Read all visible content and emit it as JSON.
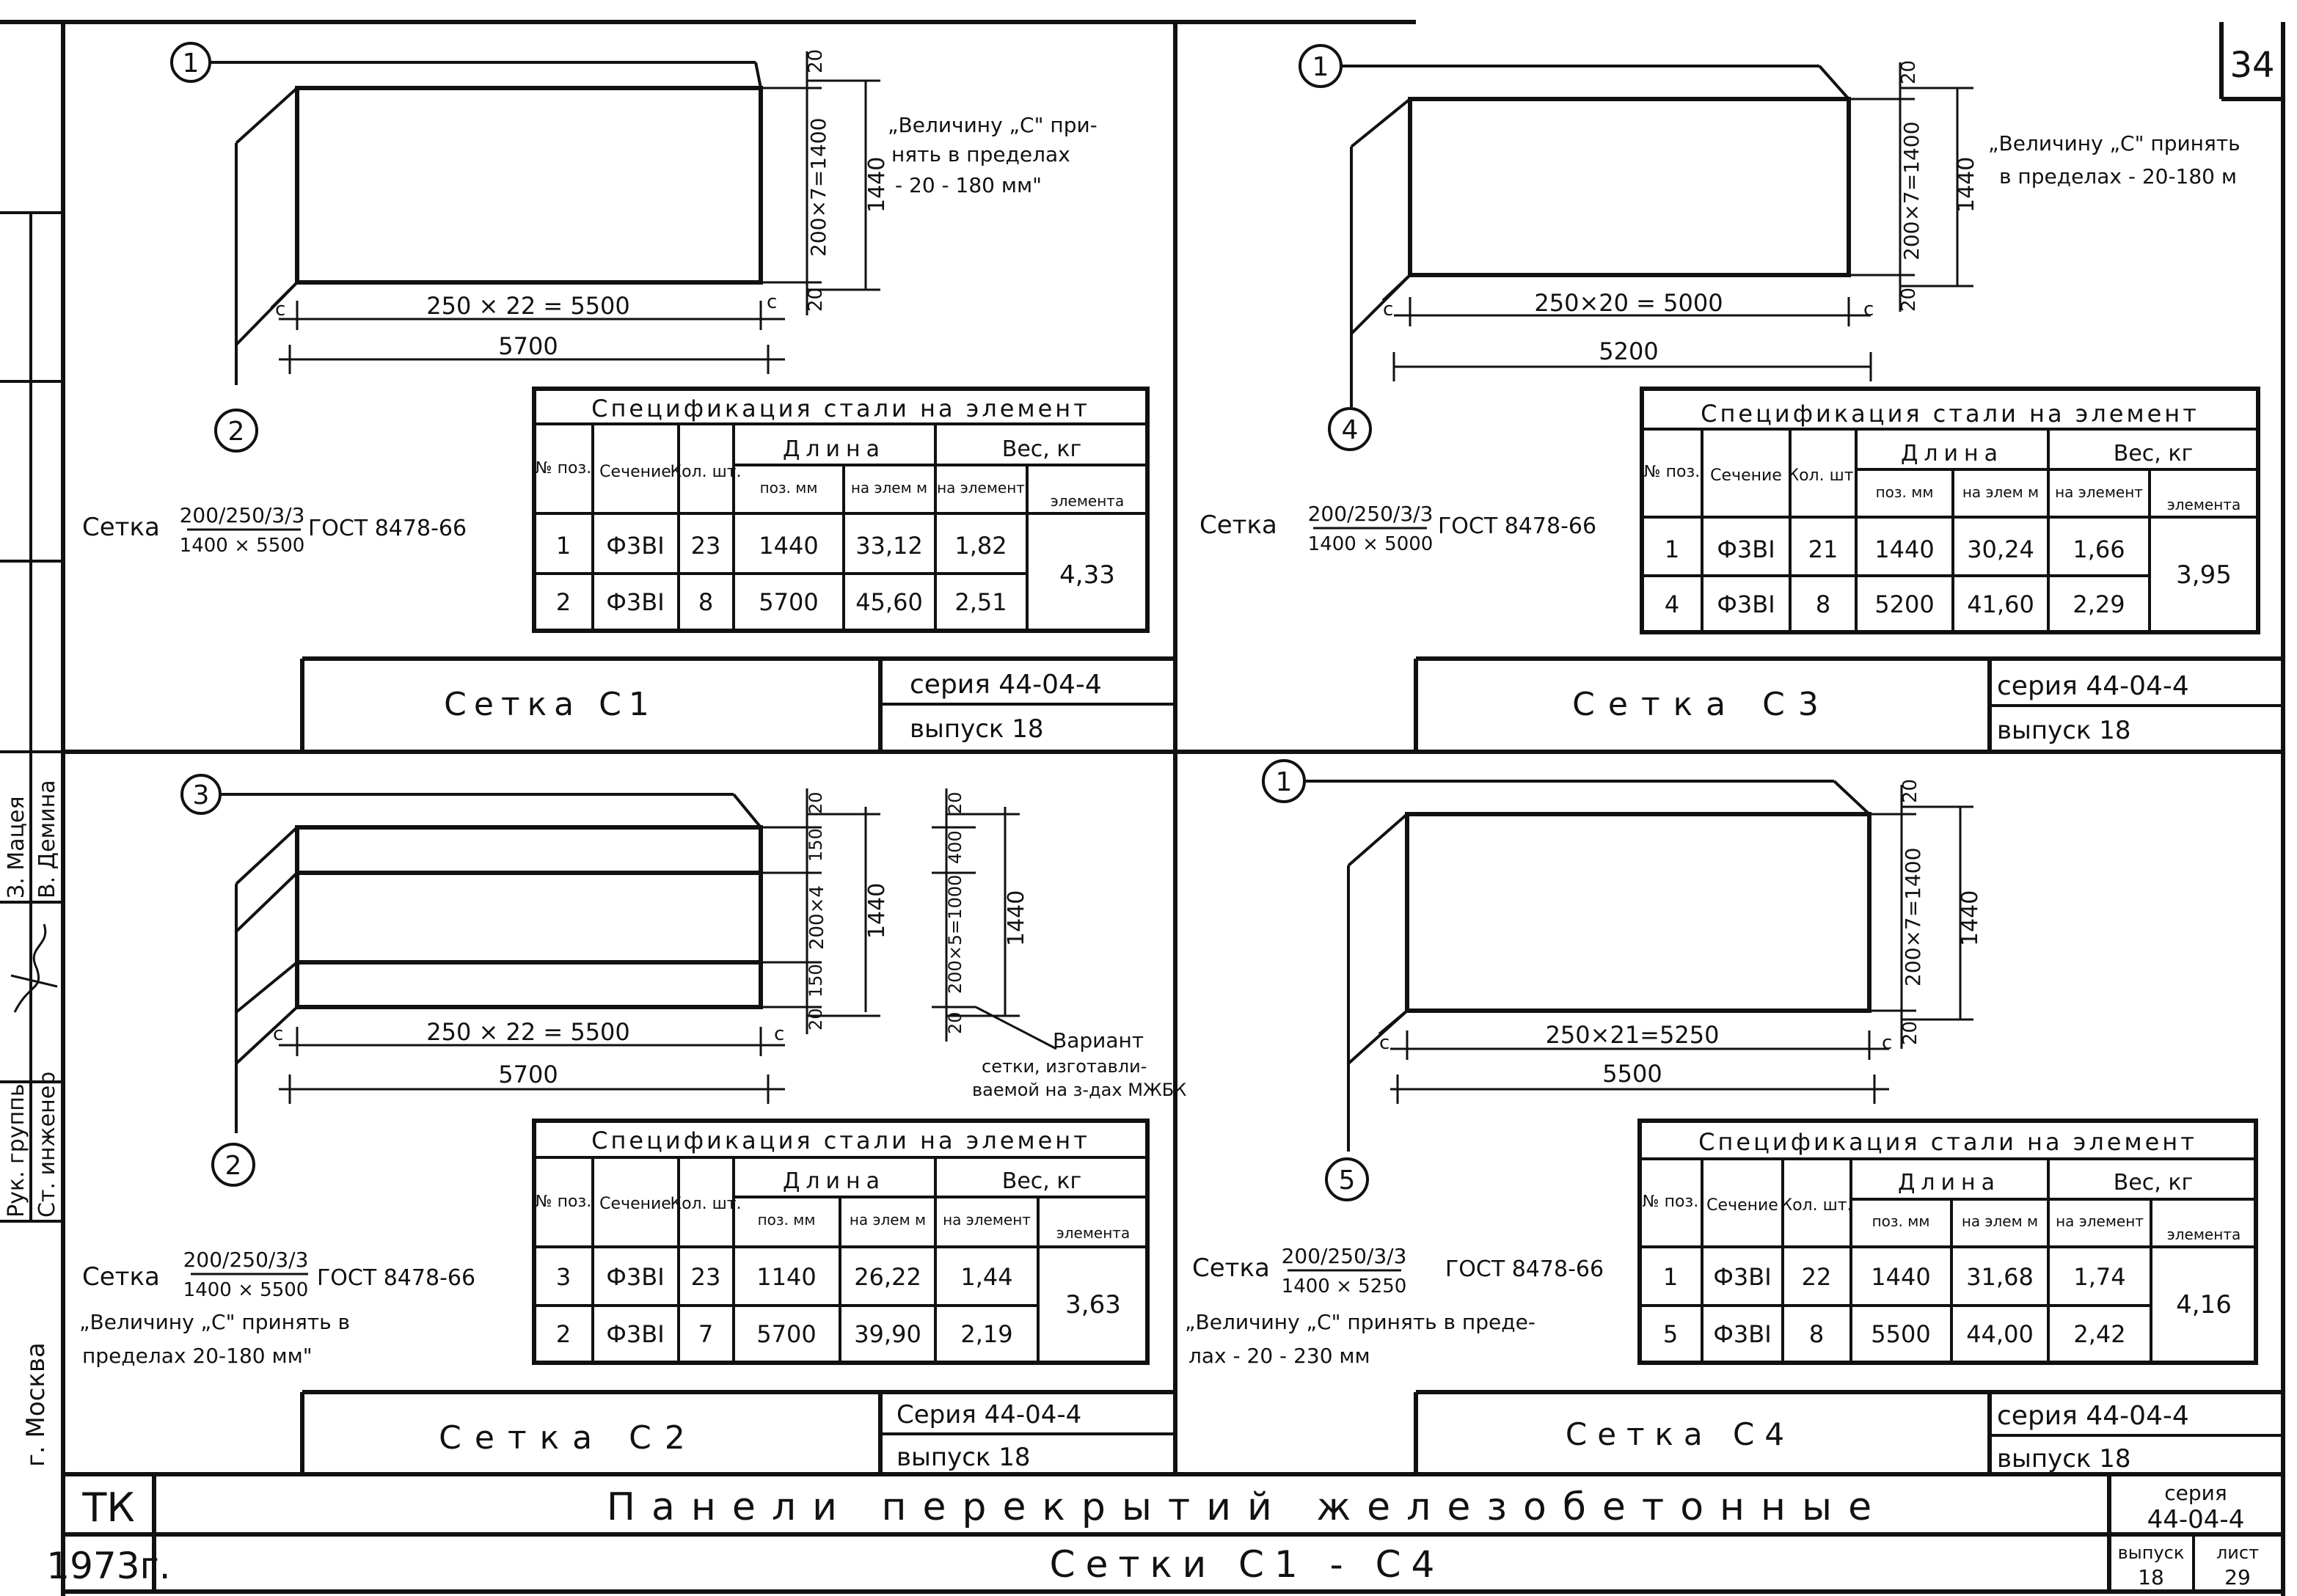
{
  "sheet_number": "34",
  "stamp": {
    "org": "ТК",
    "year": "1973г.",
    "city": "г. Москва",
    "roles": [
      {
        "role": "Рук. группы",
        "name": "З. Мацея"
      },
      {
        "role": "Ст. инженер",
        "name": "В. Демина"
      }
    ],
    "title_main": "Панели перекрытий железобетонные",
    "title_sub": "Сетки С1 - С4",
    "series_label": "серия",
    "series_value": "44-04-4",
    "issue_label": "выпуск",
    "issue_value": "18",
    "sheet_label": "лист",
    "sheet_value": "29"
  },
  "table_headers": {
    "title": "Спецификация стали на элемент",
    "pos": "№ поз.",
    "section": "Сечение",
    "qty": "Кол. шт.",
    "length": "Длина",
    "len_pos": "поз. мм",
    "len_elem": "на элем м",
    "weight": "Вес, кг",
    "w_elem": "на элемент",
    "w_total": "элемента"
  },
  "panels": [
    {
      "id": "c1",
      "callout_top": "1",
      "callout_side": "2",
      "dim_top": "20",
      "dim_mid": "200×7=1400",
      "dim_bot": "20",
      "dim_total": "1440",
      "dim_horiz": "250 × 22 = 5500",
      "dim_overall": "5700",
      "c_mark": "c",
      "note": [
        "„Величину „С\" при-",
        "нять в пределах",
        "- 20 - 180 мм\""
      ],
      "mesh_word": "Сетка",
      "mesh_num": "200/250/3/3",
      "mesh_den": "1400 × 5500",
      "gost": "ГОСТ 8478-66",
      "rows": [
        {
          "pos": "1",
          "section": "Ф3ВI",
          "qty": "23",
          "len_pos": "1440",
          "len_elem": "33,12",
          "w_elem": "1,82"
        },
        {
          "pos": "2",
          "section": "Ф3ВI",
          "qty": "8",
          "len_pos": "5700",
          "len_elem": "45,60",
          "w_elem": "2,51"
        }
      ],
      "w_total": "4,33",
      "panel_title": "Сетка С1",
      "series_text": "серия 44-04-4",
      "issue_text": "выпуск 18"
    },
    {
      "id": "c3",
      "callout_top": "1",
      "callout_side": "4",
      "dim_top": "20",
      "dim_mid": "200×7=1400",
      "dim_bot": "20",
      "dim_total": "1440",
      "dim_horiz": "250×20 = 5000",
      "dim_overall": "5200",
      "c_mark": "c",
      "note": [
        "„Величину „С\" принять",
        "в пределах - 20-180 м"
      ],
      "mesh_word": "Сетка",
      "mesh_num": "200/250/3/3",
      "mesh_den": "1400 × 5000",
      "gost": "ГОСТ 8478-66",
      "rows": [
        {
          "pos": "1",
          "section": "Ф3ВI",
          "qty": "21",
          "len_pos": "1440",
          "len_elem": "30,24",
          "w_elem": "1,66"
        },
        {
          "pos": "4",
          "section": "Ф3ВI",
          "qty": "8",
          "len_pos": "5200",
          "len_elem": "41,60",
          "w_elem": "2,29"
        }
      ],
      "w_total": "3,95",
      "panel_title": "Сетка С3",
      "series_text": "серия 44-04-4",
      "issue_text": "выпуск 18"
    },
    {
      "id": "c2",
      "callout_top": "3",
      "callout_side": "2",
      "dim_top": "20",
      "dim_150a": "150",
      "dim_mid": "200×4",
      "dim_150b": "150",
      "dim_bot": "20",
      "dim_total": "1440",
      "dim_horiz": "250 × 22 = 5500",
      "dim_overall": "5700",
      "c_mark": "c",
      "variant_dims": [
        "20",
        "400",
        "200×5=1000",
        "20"
      ],
      "variant_total": "1440",
      "variant_note": [
        "Вариант",
        "сетки, изготавли-",
        "ваемой на з-дах МЖБК"
      ],
      "note": [
        "„Величину „С\" принять в",
        "пределах 20-180 мм\""
      ],
      "mesh_word": "Сетка",
      "mesh_num": "200/250/3/3",
      "mesh_den": "1400 × 5500",
      "gost": "ГОСТ 8478-66",
      "rows": [
        {
          "pos": "3",
          "section": "Ф3ВI",
          "qty": "23",
          "len_pos": "1140",
          "len_elem": "26,22",
          "w_elem": "1,44"
        },
        {
          "pos": "2",
          "section": "Ф3ВI",
          "qty": "7",
          "len_pos": "5700",
          "len_elem": "39,90",
          "w_elem": "2,19"
        }
      ],
      "w_total": "3,63",
      "panel_title": "Сетка С2",
      "series_text": "Серия 44-04-4",
      "issue_text": "выпуск 18"
    },
    {
      "id": "c4",
      "callout_top": "1",
      "callout_side": "5",
      "dim_top": "20",
      "dim_mid": "200×7=1400",
      "dim_bot": "20",
      "dim_total": "1440",
      "dim_horiz": "250×21=5250",
      "dim_overall": "5500",
      "c_mark": "c",
      "note": [
        "„Величину „С\" принять в преде-",
        "лах - 20 - 230 мм"
      ],
      "mesh_word": "Сетка",
      "mesh_num": "200/250/3/3",
      "mesh_den": "1400 × 5250",
      "gost": "ГОСТ 8478-66",
      "rows": [
        {
          "pos": "1",
          "section": "Ф3ВI",
          "qty": "22",
          "len_pos": "1440",
          "len_elem": "31,68",
          "w_elem": "1,74"
        },
        {
          "pos": "5",
          "section": "Ф3ВI",
          "qty": "8",
          "len_pos": "5500",
          "len_elem": "44,00",
          "w_elem": "2,42"
        }
      ],
      "w_total": "4,16",
      "panel_title": "Сетка С4",
      "series_text": "серия 44-04-4",
      "issue_text": "выпуск 18"
    }
  ]
}
